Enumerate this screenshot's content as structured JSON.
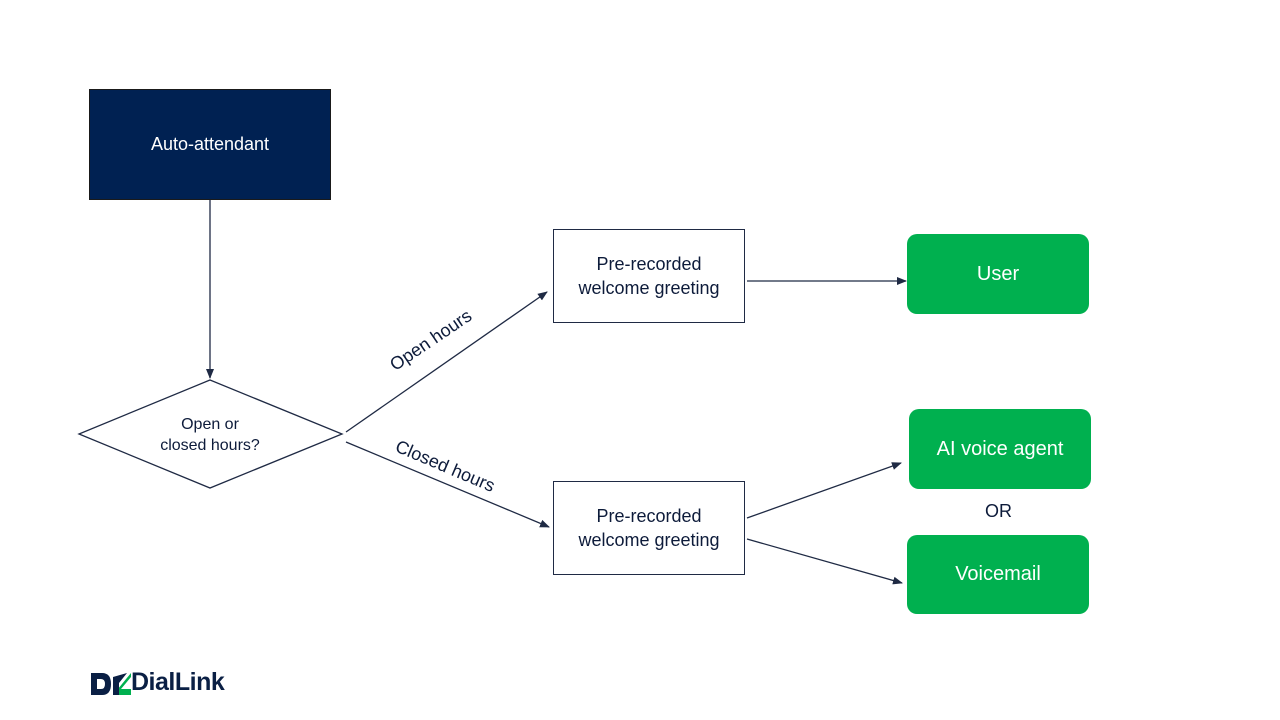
{
  "nodes": {
    "auto_attendant": "Auto-attendant",
    "decision": [
      "Open or",
      "closed hours?"
    ],
    "greeting_open": [
      "Pre-recorded",
      "welcome greeting"
    ],
    "greeting_closed": [
      "Pre-recorded",
      "welcome greeting"
    ],
    "user": "User",
    "ai_agent": "AI voice agent",
    "voicemail": "Voicemail"
  },
  "edge_labels": {
    "open_hours": "Open hours",
    "closed_hours": "Closed hours",
    "or": "OR"
  },
  "logo": {
    "text": "DialLink"
  },
  "colors": {
    "navy": "#002152",
    "green": "#00b04f",
    "line": "#1f2a44"
  }
}
